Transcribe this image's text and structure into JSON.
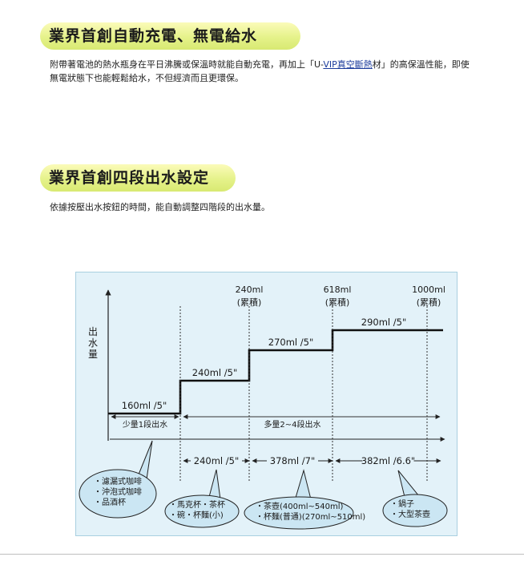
{
  "section1": {
    "title": "業界首創自動充電、無電給水",
    "text_before": "附帶著電池的熱水瓶身在平日沸騰或保溫時就能自動充電，再加上「U-",
    "link_text": "VIP真空斷熱",
    "text_after": "材」的高保溫性能，即使無電狀態下也能輕鬆給水，不但經濟而且更環保。"
  },
  "section2": {
    "title": "業界首創四段出水設定",
    "text": "依據按壓出水按鈕的時間，能自動調整四階段的出水量。"
  },
  "chart_data": {
    "type": "step",
    "ylabel": "出水量",
    "steps": [
      {
        "label": "160ml /5\"",
        "volume_ml": 160,
        "duration_s": 5
      },
      {
        "label": "240ml /5\"",
        "volume_ml": 240,
        "duration_s": 5
      },
      {
        "label": "270ml /5\"",
        "volume_ml": 270,
        "duration_s": 5
      },
      {
        "label": "290ml /5\"",
        "volume_ml": 290,
        "duration_s": 5
      }
    ],
    "cumulative": [
      {
        "value": "240ml",
        "note": "(累積)"
      },
      {
        "value": "618ml",
        "note": "(累積)"
      },
      {
        "value": "1000ml",
        "note": "(累積)"
      }
    ],
    "ranges": {
      "single": "少量1段出水",
      "multi": "多量2~4段出水"
    },
    "segments": [
      {
        "label": "240ml /5\""
      },
      {
        "label": "378ml /7\""
      },
      {
        "label": "382ml /6.6\""
      }
    ],
    "callouts": [
      {
        "lines": [
          "・濾漏式咖啡",
          "・沖泡式咖啡",
          "・品酒杯"
        ]
      },
      {
        "lines": [
          "・馬克杯・茶杯",
          "・碗・杯麵(小)"
        ]
      },
      {
        "lines": [
          "・茶壺(400ml~540ml)",
          "・杯麵(普通)(270ml~510ml)"
        ]
      },
      {
        "lines": [
          "・鍋子",
          "・大型茶壺"
        ]
      }
    ]
  }
}
